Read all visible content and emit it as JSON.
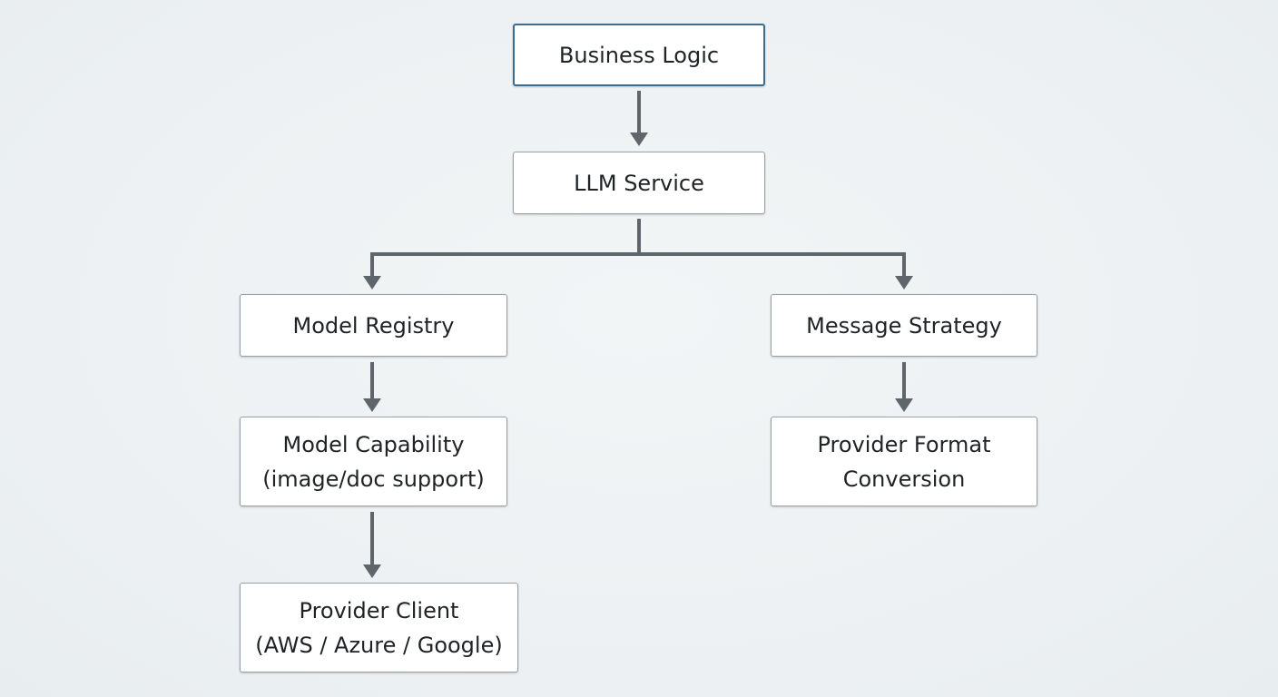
{
  "colors": {
    "background": "#eef2f4",
    "box_fill": "#ffffff",
    "box_border": "#9aa1a6",
    "highlight_border": "#3c6e8c",
    "connector": "#5f666b",
    "text": "#1f2326"
  },
  "nodes": {
    "business_logic": {
      "label": "Business Logic"
    },
    "llm_service": {
      "label": "LLM Service"
    },
    "model_registry": {
      "label": "Model Registry"
    },
    "message_strategy": {
      "label": "Message Strategy"
    },
    "model_capability": {
      "line1": "Model Capability",
      "line2": "(image/doc support)"
    },
    "provider_format": {
      "line1": "Provider Format",
      "line2": "Conversion"
    },
    "provider_client": {
      "line1": "Provider Client",
      "line2": "(AWS / Azure / Google)"
    }
  }
}
